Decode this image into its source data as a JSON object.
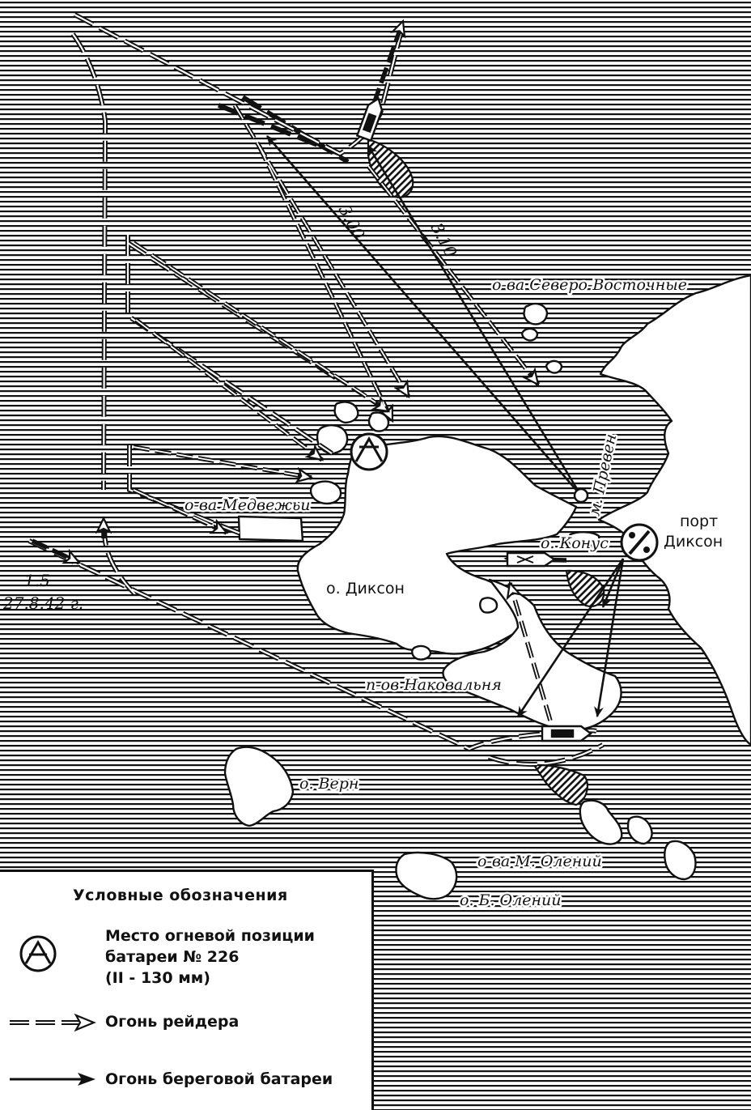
{
  "map": {
    "labels": {
      "ne_islands": "о-ва Северо-Восточные",
      "medvezhyi": "о-ва Медвежьи",
      "dikson_island": "о. Диксон",
      "konus": "о. Конус",
      "preven_cape": "м. Превен",
      "port_line1": "порт",
      "port_line2": "Диксон",
      "nakovalnya": "п-ов Наковальня",
      "vern": "о. Верн",
      "m_oleni": "о-ва М. Олений",
      "b_oleniy": "о. Б. Олений"
    },
    "times": {
      "t1": "3.00",
      "t2": "3.10",
      "date_line1": "1.5",
      "date_line2": "27.8.42 г."
    }
  },
  "legend": {
    "title": "Условные обозначения",
    "items": [
      {
        "label": "Место огневой позиции\nбатареи № 226\n(II - 130 мм)",
        "icon": "battery-position-icon"
      },
      {
        "label": "Огонь рейдера",
        "icon": "raider-fire-arrow"
      },
      {
        "label": "Огонь береговой батареи",
        "icon": "shore-battery-fire-arrow"
      }
    ]
  }
}
